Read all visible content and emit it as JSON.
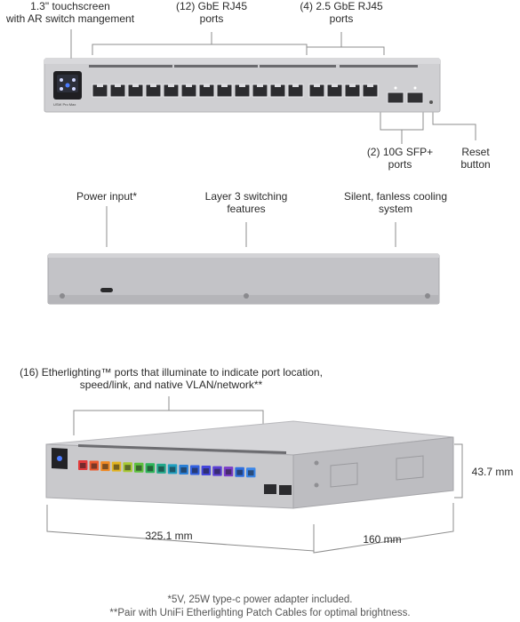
{
  "front_view": {
    "touchscreen": {
      "line1": "1.3\" touchscreen",
      "line2": "with AR switch mangement"
    },
    "gbe_ports": {
      "line1": "(12) GbE RJ45",
      "line2": "ports"
    },
    "gbe25_ports": {
      "line1": "(4) 2.5 GbE RJ45",
      "line2": "ports"
    },
    "sfp_ports": {
      "line1": "(2) 10G SFP+",
      "line2": "ports"
    },
    "reset": {
      "line1": "Reset",
      "line2": "button"
    },
    "model_text": "USW Pro Max"
  },
  "rear_view": {
    "power": {
      "line1": "Power input*"
    },
    "layer3": {
      "line1": "Layer 3 switching",
      "line2": "features"
    },
    "cooling": {
      "line1": "Silent, fanless cooling",
      "line2": "system"
    }
  },
  "iso_view": {
    "etherlighting": {
      "line1": "(16) Etherlighting™ ports that illuminate to indicate port location,",
      "line2": "speed/link, and native VLAN/network**"
    },
    "height": "43.7 mm",
    "width": "325.1 mm",
    "depth": "160 mm",
    "port_colors": [
      "#e23b3b",
      "#ec5a2e",
      "#f08a24",
      "#e3b421",
      "#a8c934",
      "#5ec13e",
      "#2fb55a",
      "#23a98c",
      "#1f9fc0",
      "#2a7fd6",
      "#3160e0",
      "#4446dc",
      "#5a3fd4",
      "#7a3cc9",
      "#2f6fe0",
      "#3b86e8"
    ]
  },
  "footnotes": {
    "note1": "*5V, 25W type-c power adapter included.",
    "note2": "**Pair with UniFi Etherlighting Patch Cables for optimal brightness."
  },
  "colors": {
    "chassis": "#c9c9cc",
    "chassis_dark": "#a9a9ad",
    "line": "#8c8c8c"
  }
}
